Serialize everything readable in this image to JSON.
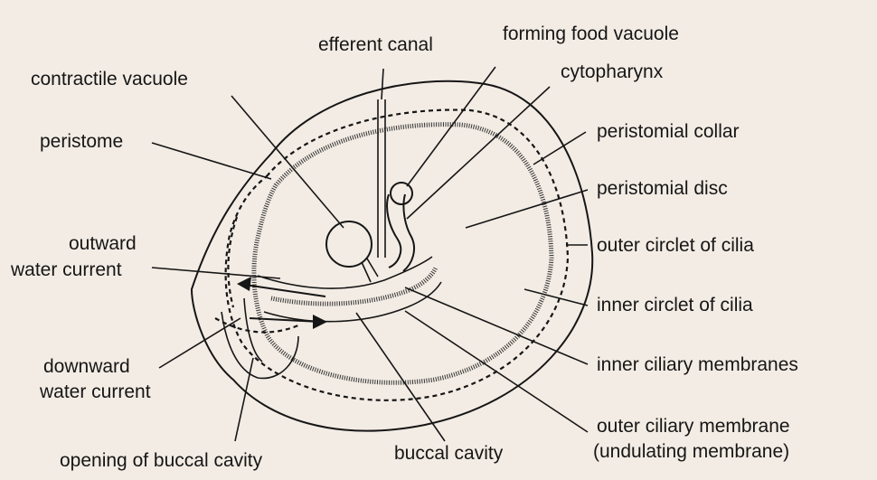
{
  "labels": {
    "contractile_vacuole": "contractile vacuole",
    "efferent_canal": "efferent canal",
    "forming_food_vacuole": "forming food vacuole",
    "cytopharynx": "cytopharynx",
    "peristome": "peristome",
    "peristomial_collar": "peristomial collar",
    "peristomial_disc": "peristomial disc",
    "outward_water_current_1": "outward",
    "outward_water_current_2": "water current",
    "outer_circlet_of_cilia": "outer circlet of cilia",
    "inner_circlet_of_cilia": "inner circlet of cilia",
    "downward_water_current_1": "downward",
    "downward_water_current_2": "water current",
    "inner_ciliary_membranes": "inner ciliary membranes",
    "outer_ciliary_membrane_1": "outer ciliary membrane",
    "outer_ciliary_membrane_2": "(undulating membrane)",
    "opening_of_buccal_cavity": "opening of buccal cavity",
    "buccal_cavity": "buccal cavity"
  },
  "colors": {
    "ink": "#161616",
    "paper": "#f3ece4"
  }
}
